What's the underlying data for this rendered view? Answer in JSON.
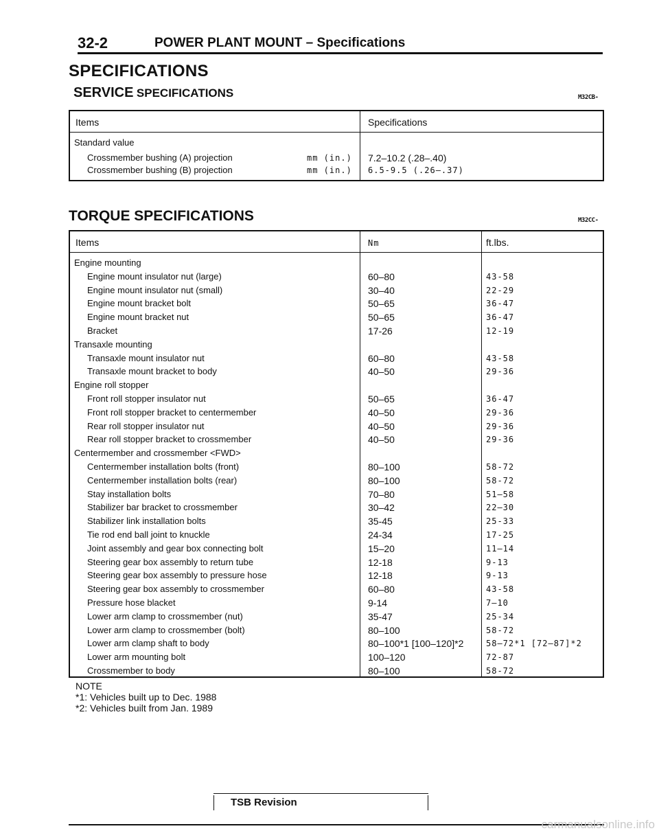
{
  "header": {
    "page_number": "32-2",
    "title": "POWER PLANT MOUNT – Specifications"
  },
  "main_heading": "SPECIFICATIONS",
  "service": {
    "heading_big": "SERVICE",
    "heading_small": "SPECIFICATIONS",
    "code": "M32CB-",
    "col_items": "Items",
    "col_spec": "Specifications",
    "group": "Standard value",
    "rows": [
      {
        "item": "Crossmember bushing (A) projection",
        "unit": "mm (in.)",
        "value": "7.2–10.2 (.28–.40)"
      },
      {
        "item": "Crossmember bushing (B) projection",
        "unit": "mm (in.)",
        "value": "6.5-9.5 (.26–.37)"
      }
    ]
  },
  "torque": {
    "heading": "TORQUE SPECIFICATIONS",
    "code": "M32CC-",
    "col_items": "Items",
    "col_nm": "Nm",
    "col_ftlbs": "ft.lbs.",
    "rows": [
      {
        "item": "Engine mounting",
        "nm": "",
        "ft": ""
      },
      {
        "item": "Engine mount insulator nut (large)",
        "nm": "60–80",
        "ft": "43-58"
      },
      {
        "item": "Engine mount insulator nut (small)",
        "nm": "30–40",
        "ft": "22-29"
      },
      {
        "item": "Engine mount bracket bolt",
        "nm": "50–65",
        "ft": "36-47"
      },
      {
        "item": "Engine mount bracket nut",
        "nm": "50–65",
        "ft": "36-47"
      },
      {
        "item": "Bracket",
        "nm": "17-26",
        "ft": "12-19"
      },
      {
        "item": "Transaxle mounting",
        "nm": "",
        "ft": ""
      },
      {
        "item": "Transaxle mount insulator nut",
        "nm": "60–80",
        "ft": "43-58"
      },
      {
        "item": "Transaxle mount bracket to body",
        "nm": "40–50",
        "ft": "29-36"
      },
      {
        "item": "Engine roll stopper",
        "nm": "",
        "ft": ""
      },
      {
        "item": "Front roll stopper insulator nut",
        "nm": "50–65",
        "ft": "36-47"
      },
      {
        "item": "Front roll stopper bracket to centermember",
        "nm": "40–50",
        "ft": "29-36"
      },
      {
        "item": "Rear roll stopper insulator nut",
        "nm": "40–50",
        "ft": "29-36"
      },
      {
        "item": "Rear roll stopper bracket to crossmember",
        "nm": "40–50",
        "ft": "29-36"
      },
      {
        "item": "Centermember and crossmember <FWD>",
        "nm": "",
        "ft": ""
      },
      {
        "item": "Centermember installation bolts (front)",
        "nm": "80–100",
        "ft": "58-72"
      },
      {
        "item": "Centermember installation bolts (rear)",
        "nm": "80–100",
        "ft": "58-72"
      },
      {
        "item": "Stay installation bolts",
        "nm": "70–80",
        "ft": "51–58"
      },
      {
        "item": "Stabilizer bar bracket to crossmember",
        "nm": "30–42",
        "ft": "22–30"
      },
      {
        "item": "Stabilizer link installation bolts",
        "nm": "35-45",
        "ft": "25-33"
      },
      {
        "item": "Tie rod end ball joint to knuckle",
        "nm": "24-34",
        "ft": "17-25"
      },
      {
        "item": "Joint assembly and gear box connecting bolt",
        "nm": "15–20",
        "ft": "11–14"
      },
      {
        "item": "Steering gear box assembly to return tube",
        "nm": "12-18",
        "ft": "9-13"
      },
      {
        "item": "Steering gear box assembly to pressure hose",
        "nm": "12-18",
        "ft": "9-13"
      },
      {
        "item": "Steering gear box assembly to crossmember",
        "nm": "60–80",
        "ft": "43-58"
      },
      {
        "item": "Pressure hose blacket",
        "nm": "9-14",
        "ft": "7–10"
      },
      {
        "item": "Lower arm clamp to crossmember (nut)",
        "nm": "35-47",
        "ft": "25-34"
      },
      {
        "item": "Lower arm clamp to crossmember (bolt)",
        "nm": "80–100",
        "ft": "58-72"
      },
      {
        "item": "Lower arm clamp shaft to body",
        "nm": "80–100*1 [100–120]*2",
        "ft": "58–72*1 [72–87]*2"
      },
      {
        "item": "Lower arm mounting bolt",
        "nm": "100–120",
        "ft": "72-87"
      },
      {
        "item": "Crossmember to body",
        "nm": "80–100",
        "ft": "58-72"
      }
    ]
  },
  "note": {
    "title": "NOTE",
    "lines": [
      "*1: Vehicles built up to Dec. 1988",
      "*2: Vehicles built from Jan. 1989"
    ]
  },
  "footer": {
    "tsb": "TSB Revision",
    "watermark": "carmanualsonline.info"
  }
}
